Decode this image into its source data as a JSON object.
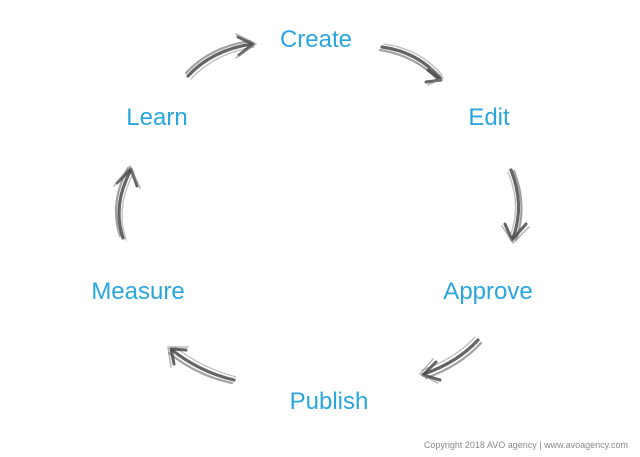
{
  "diagram": {
    "steps": [
      "Create",
      "Edit",
      "Approve",
      "Publish",
      "Measure",
      "Learn"
    ],
    "text_color": "#2aa6df",
    "arrow_color": "#6b6b6b",
    "arrow_style": "hand-drawn pencil"
  },
  "footer": {
    "copyright": "Copyright 2018 AVO agency | www.avoagency.com"
  }
}
